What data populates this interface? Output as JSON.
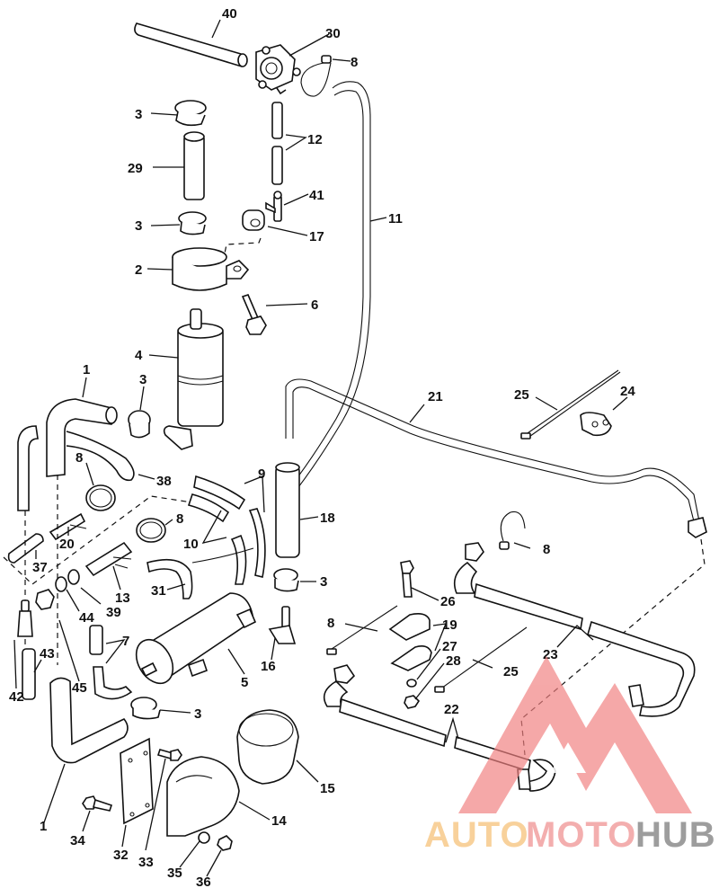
{
  "diagram": {
    "title": "",
    "type": "exploded parts diagram (fuel / oil line assembly)",
    "callouts": [
      {
        "id": "c40",
        "label": "40"
      },
      {
        "id": "c30",
        "label": "30"
      },
      {
        "id": "c8a",
        "label": "8"
      },
      {
        "id": "c3a",
        "label": "3"
      },
      {
        "id": "c12",
        "label": "12"
      },
      {
        "id": "c29",
        "label": "29"
      },
      {
        "id": "c41",
        "label": "41"
      },
      {
        "id": "c11",
        "label": "11"
      },
      {
        "id": "c3b",
        "label": "3"
      },
      {
        "id": "c17",
        "label": "17"
      },
      {
        "id": "c2",
        "label": "2"
      },
      {
        "id": "c6",
        "label": "6"
      },
      {
        "id": "c4",
        "label": "4"
      },
      {
        "id": "c1a",
        "label": "1"
      },
      {
        "id": "c3c",
        "label": "3"
      },
      {
        "id": "c21",
        "label": "21"
      },
      {
        "id": "c25a",
        "label": "25"
      },
      {
        "id": "c24",
        "label": "24"
      },
      {
        "id": "c8b",
        "label": "8"
      },
      {
        "id": "c38",
        "label": "38"
      },
      {
        "id": "c9",
        "label": "9"
      },
      {
        "id": "c18",
        "label": "18"
      },
      {
        "id": "c8c",
        "label": "8"
      },
      {
        "id": "c20",
        "label": "20"
      },
      {
        "id": "c10",
        "label": "10"
      },
      {
        "id": "c8d",
        "label": "8"
      },
      {
        "id": "c37",
        "label": "37"
      },
      {
        "id": "c13",
        "label": "13"
      },
      {
        "id": "c31",
        "label": "31"
      },
      {
        "id": "c3d",
        "label": "3"
      },
      {
        "id": "c39",
        "label": "39"
      },
      {
        "id": "c26",
        "label": "26"
      },
      {
        "id": "c44",
        "label": "44"
      },
      {
        "id": "c7",
        "label": "7"
      },
      {
        "id": "c8e",
        "label": "8"
      },
      {
        "id": "c19",
        "label": "19"
      },
      {
        "id": "c16",
        "label": "16"
      },
      {
        "id": "c23",
        "label": "23"
      },
      {
        "id": "c27",
        "label": "27"
      },
      {
        "id": "c28",
        "label": "28"
      },
      {
        "id": "c25b",
        "label": "25"
      },
      {
        "id": "c43",
        "label": "43"
      },
      {
        "id": "c45",
        "label": "45"
      },
      {
        "id": "c5",
        "label": "5"
      },
      {
        "id": "c42",
        "label": "42"
      },
      {
        "id": "c3e",
        "label": "3"
      },
      {
        "id": "c22",
        "label": "22"
      },
      {
        "id": "c15",
        "label": "15"
      },
      {
        "id": "c14",
        "label": "14"
      },
      {
        "id": "c1b",
        "label": "1"
      },
      {
        "id": "c34",
        "label": "34"
      },
      {
        "id": "c32",
        "label": "32"
      },
      {
        "id": "c33",
        "label": "33"
      },
      {
        "id": "c35",
        "label": "35"
      },
      {
        "id": "c36",
        "label": "36"
      }
    ]
  },
  "watermark": {
    "part1": "AUTO",
    "part2": "MOTO",
    "part3": "HUB",
    "colors": {
      "triangle": "#f08080",
      "auto": "#f7c98a",
      "moto": "#f2a0a0",
      "hub": "#8c8c8c"
    }
  }
}
